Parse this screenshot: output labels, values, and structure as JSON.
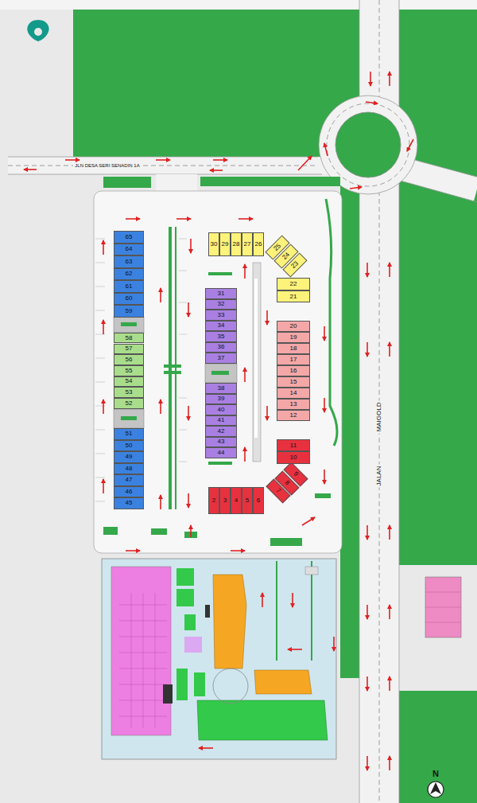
{
  "diagram": {
    "nodes": [
      {
        "text": [
          "2"
        ]
      },
      {
        "text": [
          "3"
        ]
      },
      {
        "text": [
          "4"
        ]
      },
      {
        "text": [
          "5"
        ]
      },
      {
        "text": [
          "6"
        ]
      },
      {
        "text": [
          "7"
        ]
      },
      {
        "text": [
          "8"
        ]
      },
      {
        "text": [
          "9"
        ]
      },
      {
        "text": [
          "10"
        ]
      },
      {
        "text": [
          "11"
        ]
      },
      {
        "text": [
          "12"
        ]
      },
      {
        "text": [
          "13"
        ]
      },
      {
        "text": [
          "14"
        ]
      },
      {
        "text": [
          "15"
        ]
      },
      {
        "text": [
          "16"
        ]
      },
      {
        "text": [
          "17"
        ]
      },
      {
        "text": [
          "18"
        ]
      },
      {
        "text": [
          "19"
        ]
      },
      {
        "text": [
          "20"
        ]
      },
      {
        "text": [
          "21"
        ]
      },
      {
        "text": [
          "22"
        ]
      },
      {
        "text": [
          "23"
        ]
      },
      {
        "text": [
          "24"
        ]
      },
      {
        "text": [
          "25"
        ]
      },
      {
        "text": [
          "26"
        ]
      },
      {
        "text": [
          "27"
        ]
      },
      {
        "text": [
          "28"
        ]
      },
      {
        "text": [
          "29"
        ]
      },
      {
        "text": [
          "30"
        ]
      },
      {
        "text": [
          "31"
        ]
      },
      {
        "text": [
          "32"
        ]
      },
      {
        "text": [
          "33"
        ]
      },
      {
        "text": [
          "34"
        ]
      },
      {
        "text": [
          "35"
        ]
      },
      {
        "text": [
          "36"
        ]
      },
      {
        "text": [
          "37"
        ]
      },
      {
        "text": [
          "38"
        ]
      },
      {
        "text": [
          "39"
        ]
      },
      {
        "text": [
          "40"
        ]
      },
      {
        "text": [
          "41"
        ]
      },
      {
        "text": [
          "42"
        ]
      },
      {
        "text": [
          "43"
        ]
      },
      {
        "text": [
          "44"
        ]
      },
      {
        "text": [
          "45"
        ]
      },
      {
        "text": [
          "46"
        ]
      },
      {
        "text": [
          "47"
        ]
      },
      {
        "text": [
          "48"
        ]
      },
      {
        "text": [
          "49"
        ]
      },
      {
        "text": [
          "50"
        ]
      },
      {
        "text": [
          "51"
        ]
      },
      {
        "text": [
          "52"
        ]
      },
      {
        "text": [
          "53"
        ]
      },
      {
        "text": [
          "54"
        ]
      },
      {
        "text": [
          "55"
        ]
      },
      {
        "text": [
          "56"
        ]
      },
      {
        "text": [
          "57"
        ]
      },
      {
        "text": [
          "58"
        ]
      },
      {
        "text": [
          "59"
        ]
      },
      {
        "text": [
          "60"
        ]
      },
      {
        "text": [
          "61"
        ]
      },
      {
        "text": [
          "62"
        ]
      },
      {
        "text": [
          "63"
        ]
      },
      {
        "text": [
          "64"
        ]
      },
      {
        "text": [
          "65"
        ]
      }
    ],
    "labels": [
      "JLN DESA SERI SENADIN 1A",
      "JALAN",
      "MAIGOLD",
      "N"
    ]
  }
}
